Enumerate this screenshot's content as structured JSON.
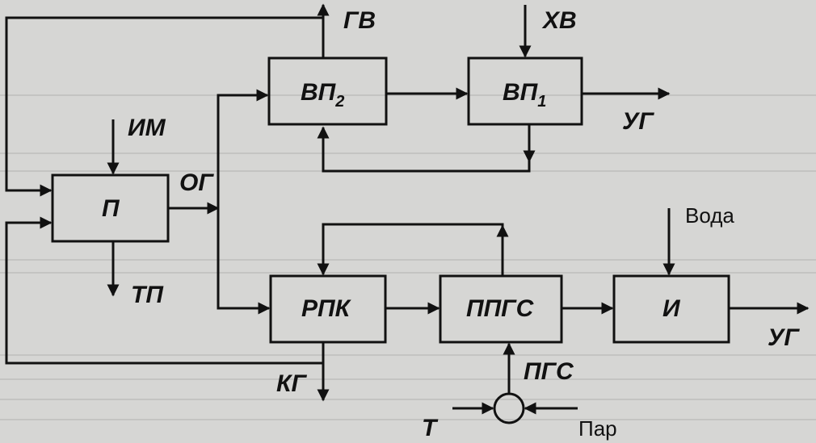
{
  "blocks": {
    "vp2": {
      "main": "ВП",
      "sub": "2"
    },
    "vp1": {
      "main": "ВП",
      "sub": "1"
    },
    "p": "П",
    "rpk": "РПК",
    "ppgs": "ППГС",
    "i": "И"
  },
  "labels": {
    "gv": "ГВ",
    "xv": "ХВ",
    "ug_top": "УГ",
    "im": "ИМ",
    "og": "ОГ",
    "tp": "ТП",
    "voda": "Вода",
    "ug_right": "УГ",
    "kg": "КГ",
    "pgs": "ПГС",
    "t": "Т",
    "par": "Пар"
  },
  "colors": {
    "background": "#d6d6d4",
    "ink": "#111111"
  }
}
